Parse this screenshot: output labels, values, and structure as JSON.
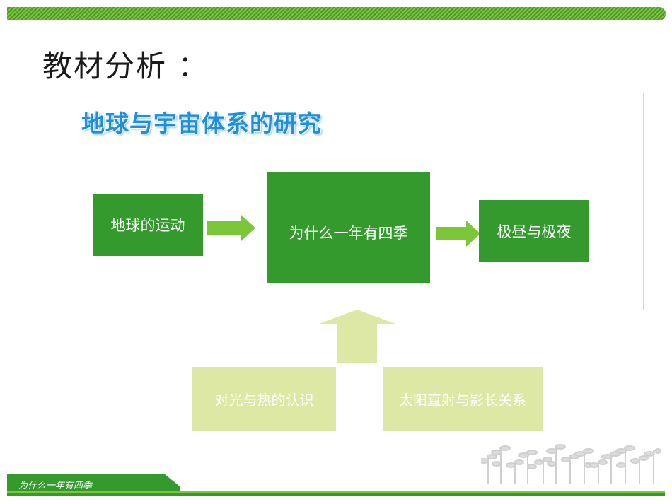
{
  "slide": {
    "title": "教材分析 ：",
    "subtitle": "地球与宇宙体系的研究"
  },
  "flow": {
    "box1": "地球的运动",
    "box2": "为什么一年有四季",
    "box3": "极昼与极夜"
  },
  "support": {
    "left": "对光与热的认识",
    "right": "太阳直射与影长关系"
  },
  "footer": {
    "text": "为什么一年有四季"
  },
  "colors": {
    "primary_green": "#349a2d",
    "arrow_green": "#7cc63a",
    "light_green": "#dde8a5",
    "subtitle_blue": "#1e8fd8"
  }
}
